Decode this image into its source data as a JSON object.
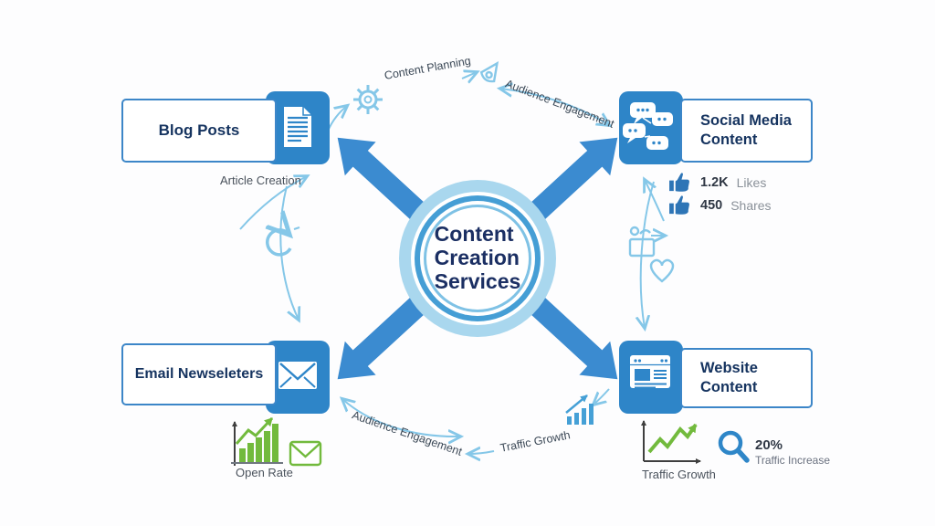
{
  "hub": {
    "line1": "Content",
    "line2": "Creation",
    "line3": "Services"
  },
  "nodes": {
    "blog": {
      "title": "Blog Posts",
      "caption": "Article Creation",
      "icon": "document-icon"
    },
    "social": {
      "title1": "Social Media",
      "title2": "Content",
      "icon": "chat-bubbles-icon",
      "stats": [
        {
          "value": "1.2K",
          "label": "Likes",
          "icon": "thumbs-up-icon"
        },
        {
          "value": "450",
          "label": "Shares",
          "icon": "thumbs-up-icon"
        }
      ]
    },
    "email": {
      "title": "Email Newseleters",
      "caption": "Open Rate",
      "icon": "envelope-icon"
    },
    "website": {
      "title1": "Website",
      "title2": "Content",
      "icon": "browser-icon",
      "caption": "Traffic Growth",
      "stat_value": "20%",
      "stat_label": "Traffic Increase"
    }
  },
  "flow_labels": {
    "top_left": "Content Planning",
    "top_right": "Audience Engagement",
    "bottom_left": "Audience Engagement",
    "bottom_right": "Traffic Growth"
  },
  "decorative_icons": [
    "gear-icon",
    "pen-icon",
    "refresh-icon",
    "share-icon",
    "heart-icon",
    "chart-up-icon",
    "bar-chart-icon",
    "green-envelope-icon",
    "line-chart-icon",
    "magnifier-icon"
  ],
  "colors": {
    "primary_blue": "#2e85c8",
    "arrow_blue": "#3b8bd0",
    "light_arc": "#85c7e8",
    "navy_text": "#15335f",
    "green": "#72ba3d",
    "thumb_blue": "#2e75b6",
    "ring_outer": "#a9d7ee",
    "ring_mid": "#459ed5"
  }
}
